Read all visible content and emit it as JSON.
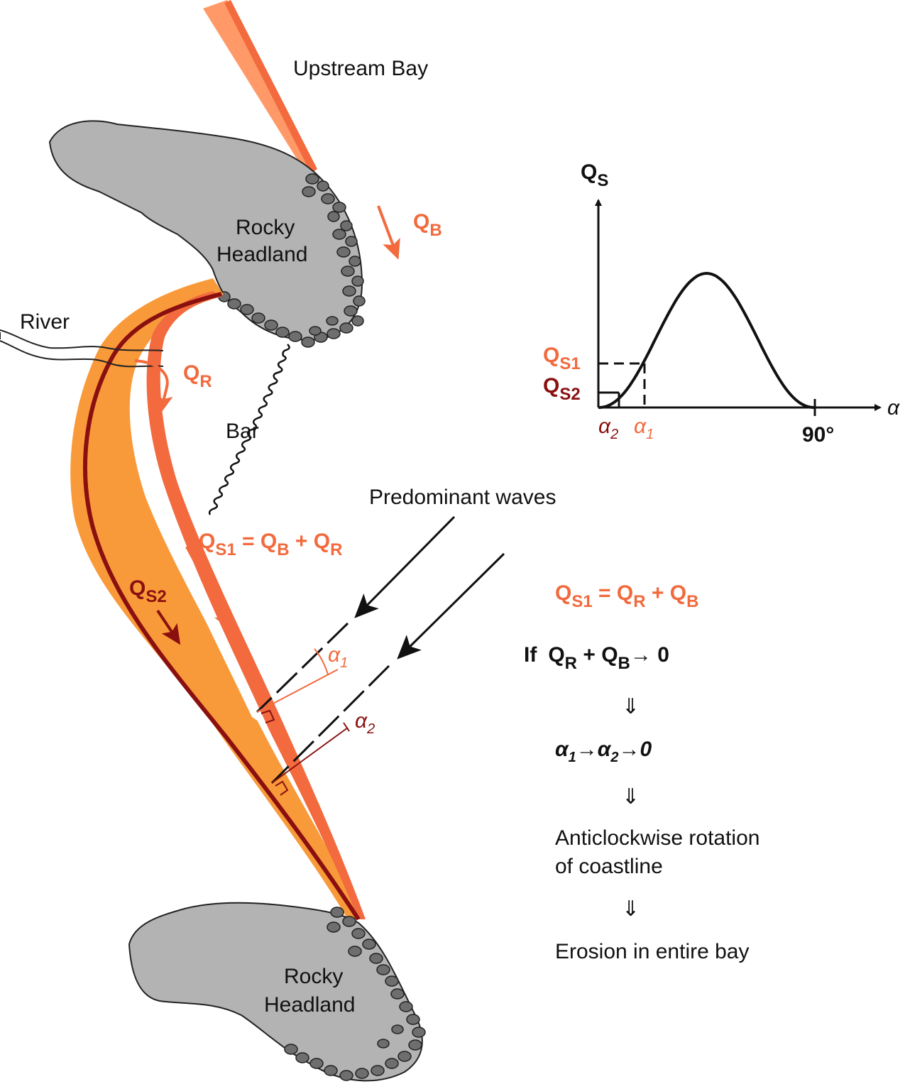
{
  "labels": {
    "upstream_bay": "Upstream Bay",
    "headland_top_1": "Rocky",
    "headland_top_2": "Headland",
    "headland_bottom_1": "Rocky",
    "headland_bottom_2": "Headland",
    "river": "River",
    "bar": "Bar",
    "predominant_waves": "Predominant waves"
  },
  "flux": {
    "qb_main": "Q",
    "qb_sub": "B",
    "qr_main": "Q",
    "qr_sub": "R",
    "qs2_main": "Q",
    "qs2_sub": "S2",
    "eq1_q1": "Q",
    "eq1_s1": "S1",
    "eq1_eq": " = Q",
    "eq1_b": "B",
    "eq1_plus": " + Q",
    "eq1_r": "R"
  },
  "angles": {
    "alpha": "α",
    "sub1": "1",
    "sub2": "2"
  },
  "chart": {
    "y_main": "Q",
    "y_sub": "S",
    "x_label": "α",
    "qs1_main": "Q",
    "qs1_sub": "S1",
    "qs2_main": "Q",
    "qs2_sub": "S2",
    "a2_main": "α",
    "a2_sub": "2",
    "a1_main": "α",
    "a1_sub": "1",
    "tick_90": "90°"
  },
  "chart_data": {
    "type": "line",
    "title": "",
    "xlabel": "α",
    "ylabel": "QS",
    "x_range_deg": [
      0,
      90
    ],
    "shape": "single peak, zero at 0° and 90°",
    "peak_x_deg": 45,
    "markers": [
      {
        "name": "α2",
        "y_label": "QS2"
      },
      {
        "name": "α1",
        "y_label": "QS1"
      }
    ],
    "x_ticks": [
      "90°"
    ]
  },
  "reasoning": {
    "eq_q": "Q",
    "eq_s1": "S1",
    "eq_mid": " = Q",
    "eq_r": "R",
    "eq_plus": " + Q",
    "eq_b": "B",
    "if_word": "If",
    "if_q1": "Q",
    "if_r": "R",
    "if_plus": " + Q",
    "if_b": "B",
    "if_arrow": "→ 0",
    "implies": "⇓",
    "alpha_line_a": "α",
    "alpha_line_1": "1",
    "alpha_line_arrow1": "→α",
    "alpha_line_2": "2",
    "alpha_line_arrow2": "→0",
    "rotation_1": "Anticlockwise rotation",
    "rotation_2": "of coastline",
    "erosion": "Erosion in entire bay"
  },
  "colors": {
    "orange": "#f26a3d",
    "band": "#f99a3a",
    "dark_red": "#8a1010",
    "rock": "#b3b3b3",
    "pebble": "#6e6e6e"
  }
}
